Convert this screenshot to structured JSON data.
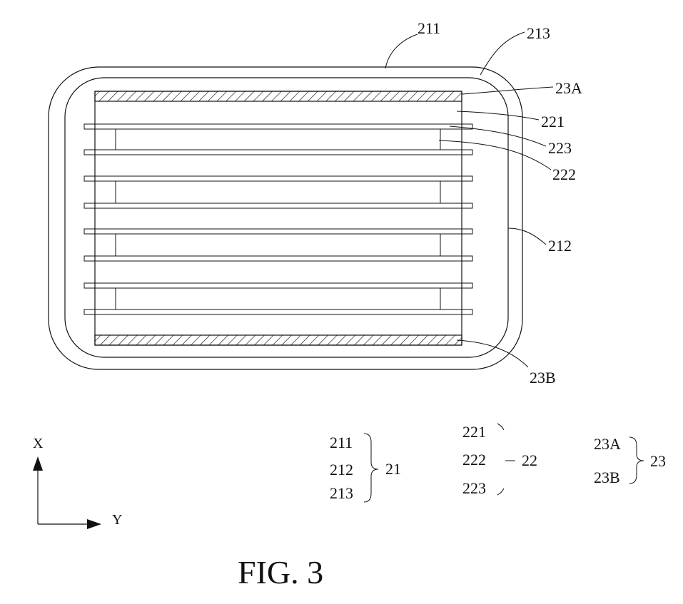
{
  "labels": {
    "l211": "211",
    "l213": "213",
    "l23A": "23A",
    "l221": "221",
    "l223": "223",
    "l222": "222",
    "l212": "212",
    "l23B": "23B"
  },
  "legend": {
    "group21": {
      "items": [
        "211",
        "212",
        "213"
      ],
      "label": "21"
    },
    "group22": {
      "items": [
        "221",
        "222",
        "223"
      ],
      "label": "22"
    },
    "group23": {
      "items": [
        "23A",
        "23B"
      ],
      "label": "23"
    }
  },
  "axes": {
    "x": "X",
    "y": "Y"
  },
  "caption": "FIG. 3"
}
